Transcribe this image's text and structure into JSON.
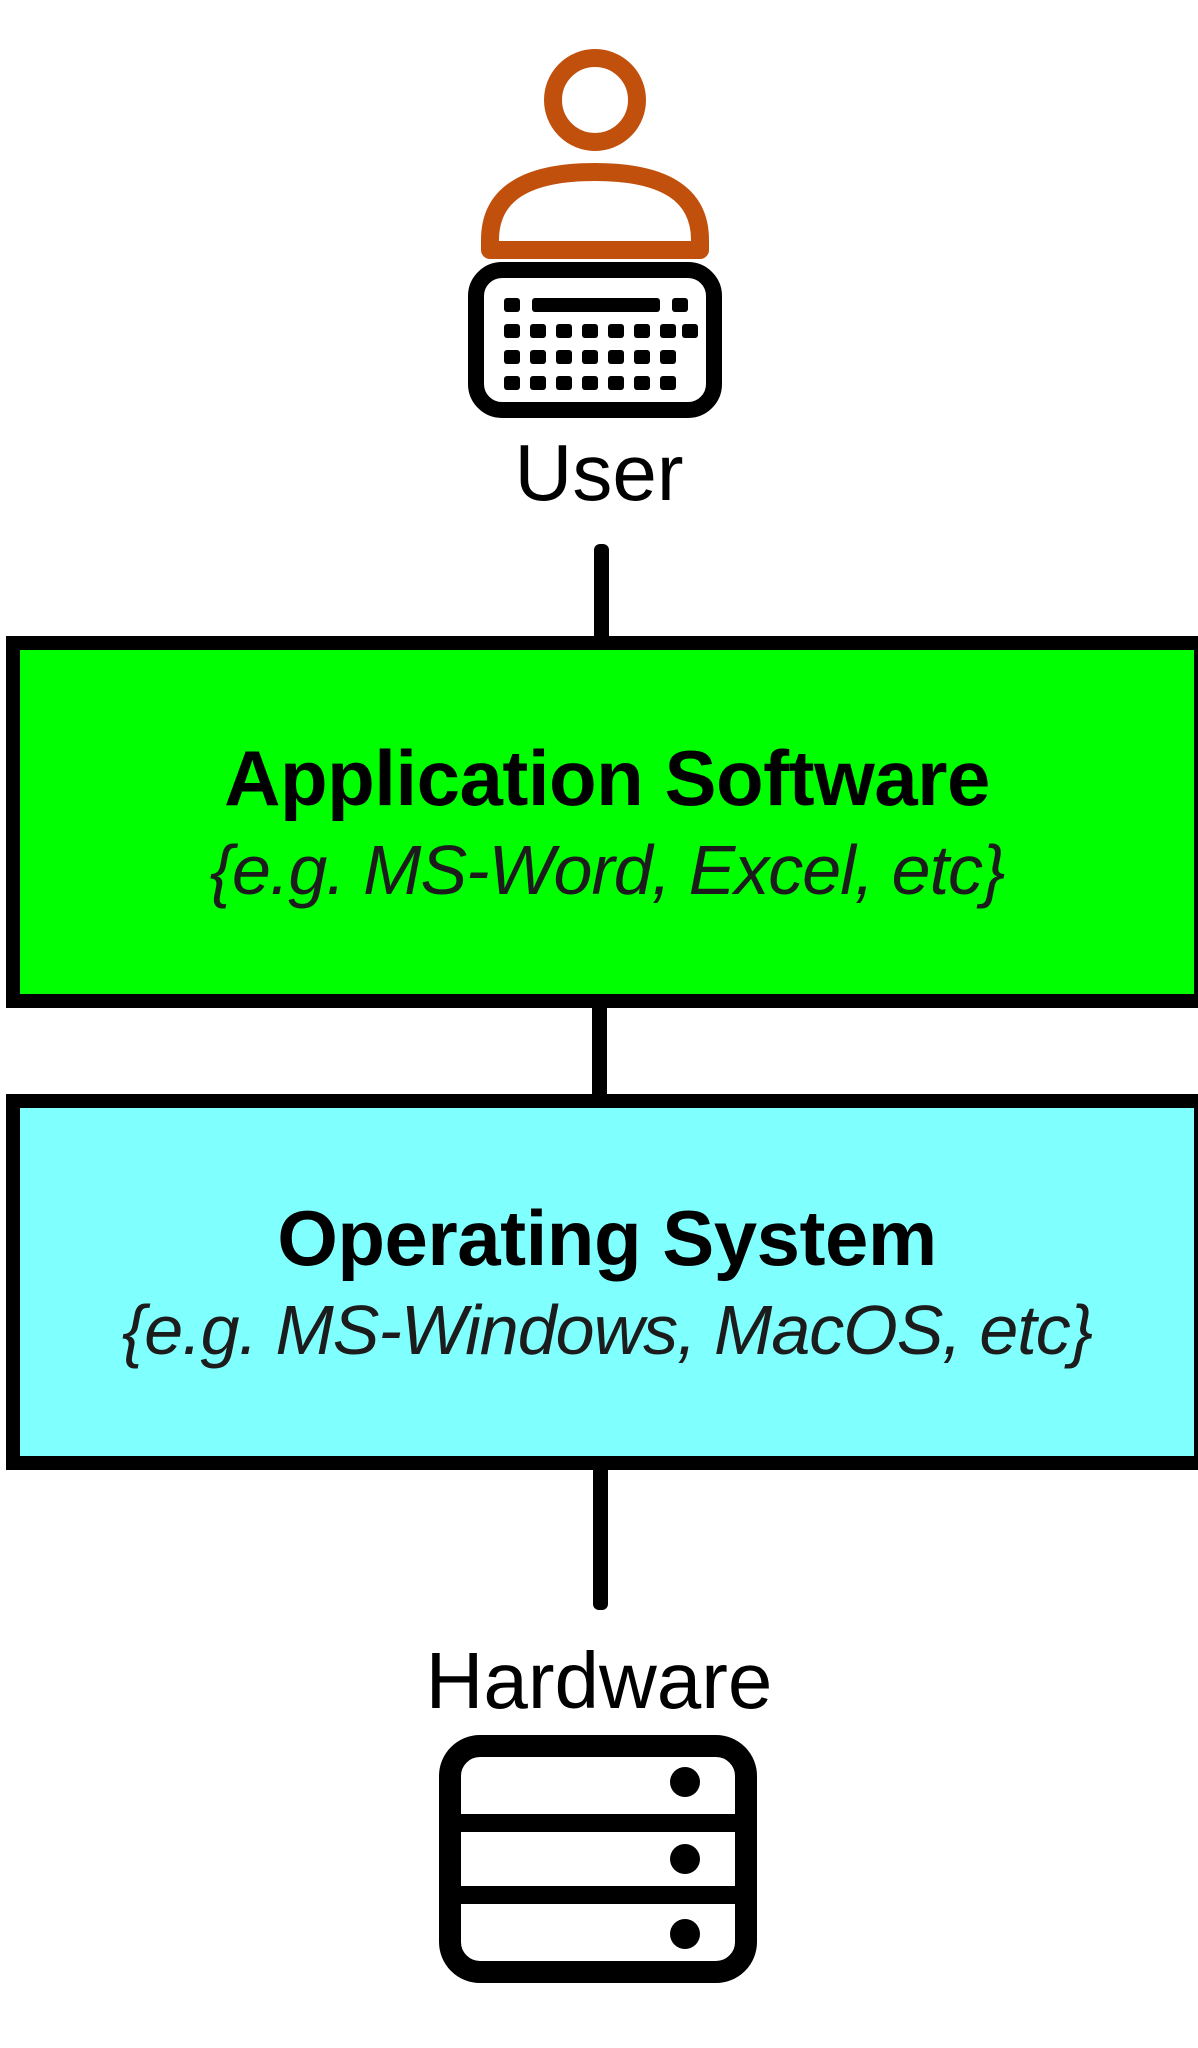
{
  "colors": {
    "application_box": "#00ff00",
    "operating_system_box": "#80ffff",
    "user_icon_person": "#c1500d",
    "outline": "#000000"
  },
  "top": {
    "label": "User",
    "icon": "user-at-keyboard-icon"
  },
  "layers": {
    "application": {
      "title": "Application Software",
      "example": "{e.g. MS-Word, Excel, etc}"
    },
    "operating_system": {
      "title": "Operating System",
      "example": "{e.g. MS-Windows, MacOS, etc}"
    }
  },
  "bottom": {
    "label": "Hardware",
    "icon": "server-icon"
  }
}
